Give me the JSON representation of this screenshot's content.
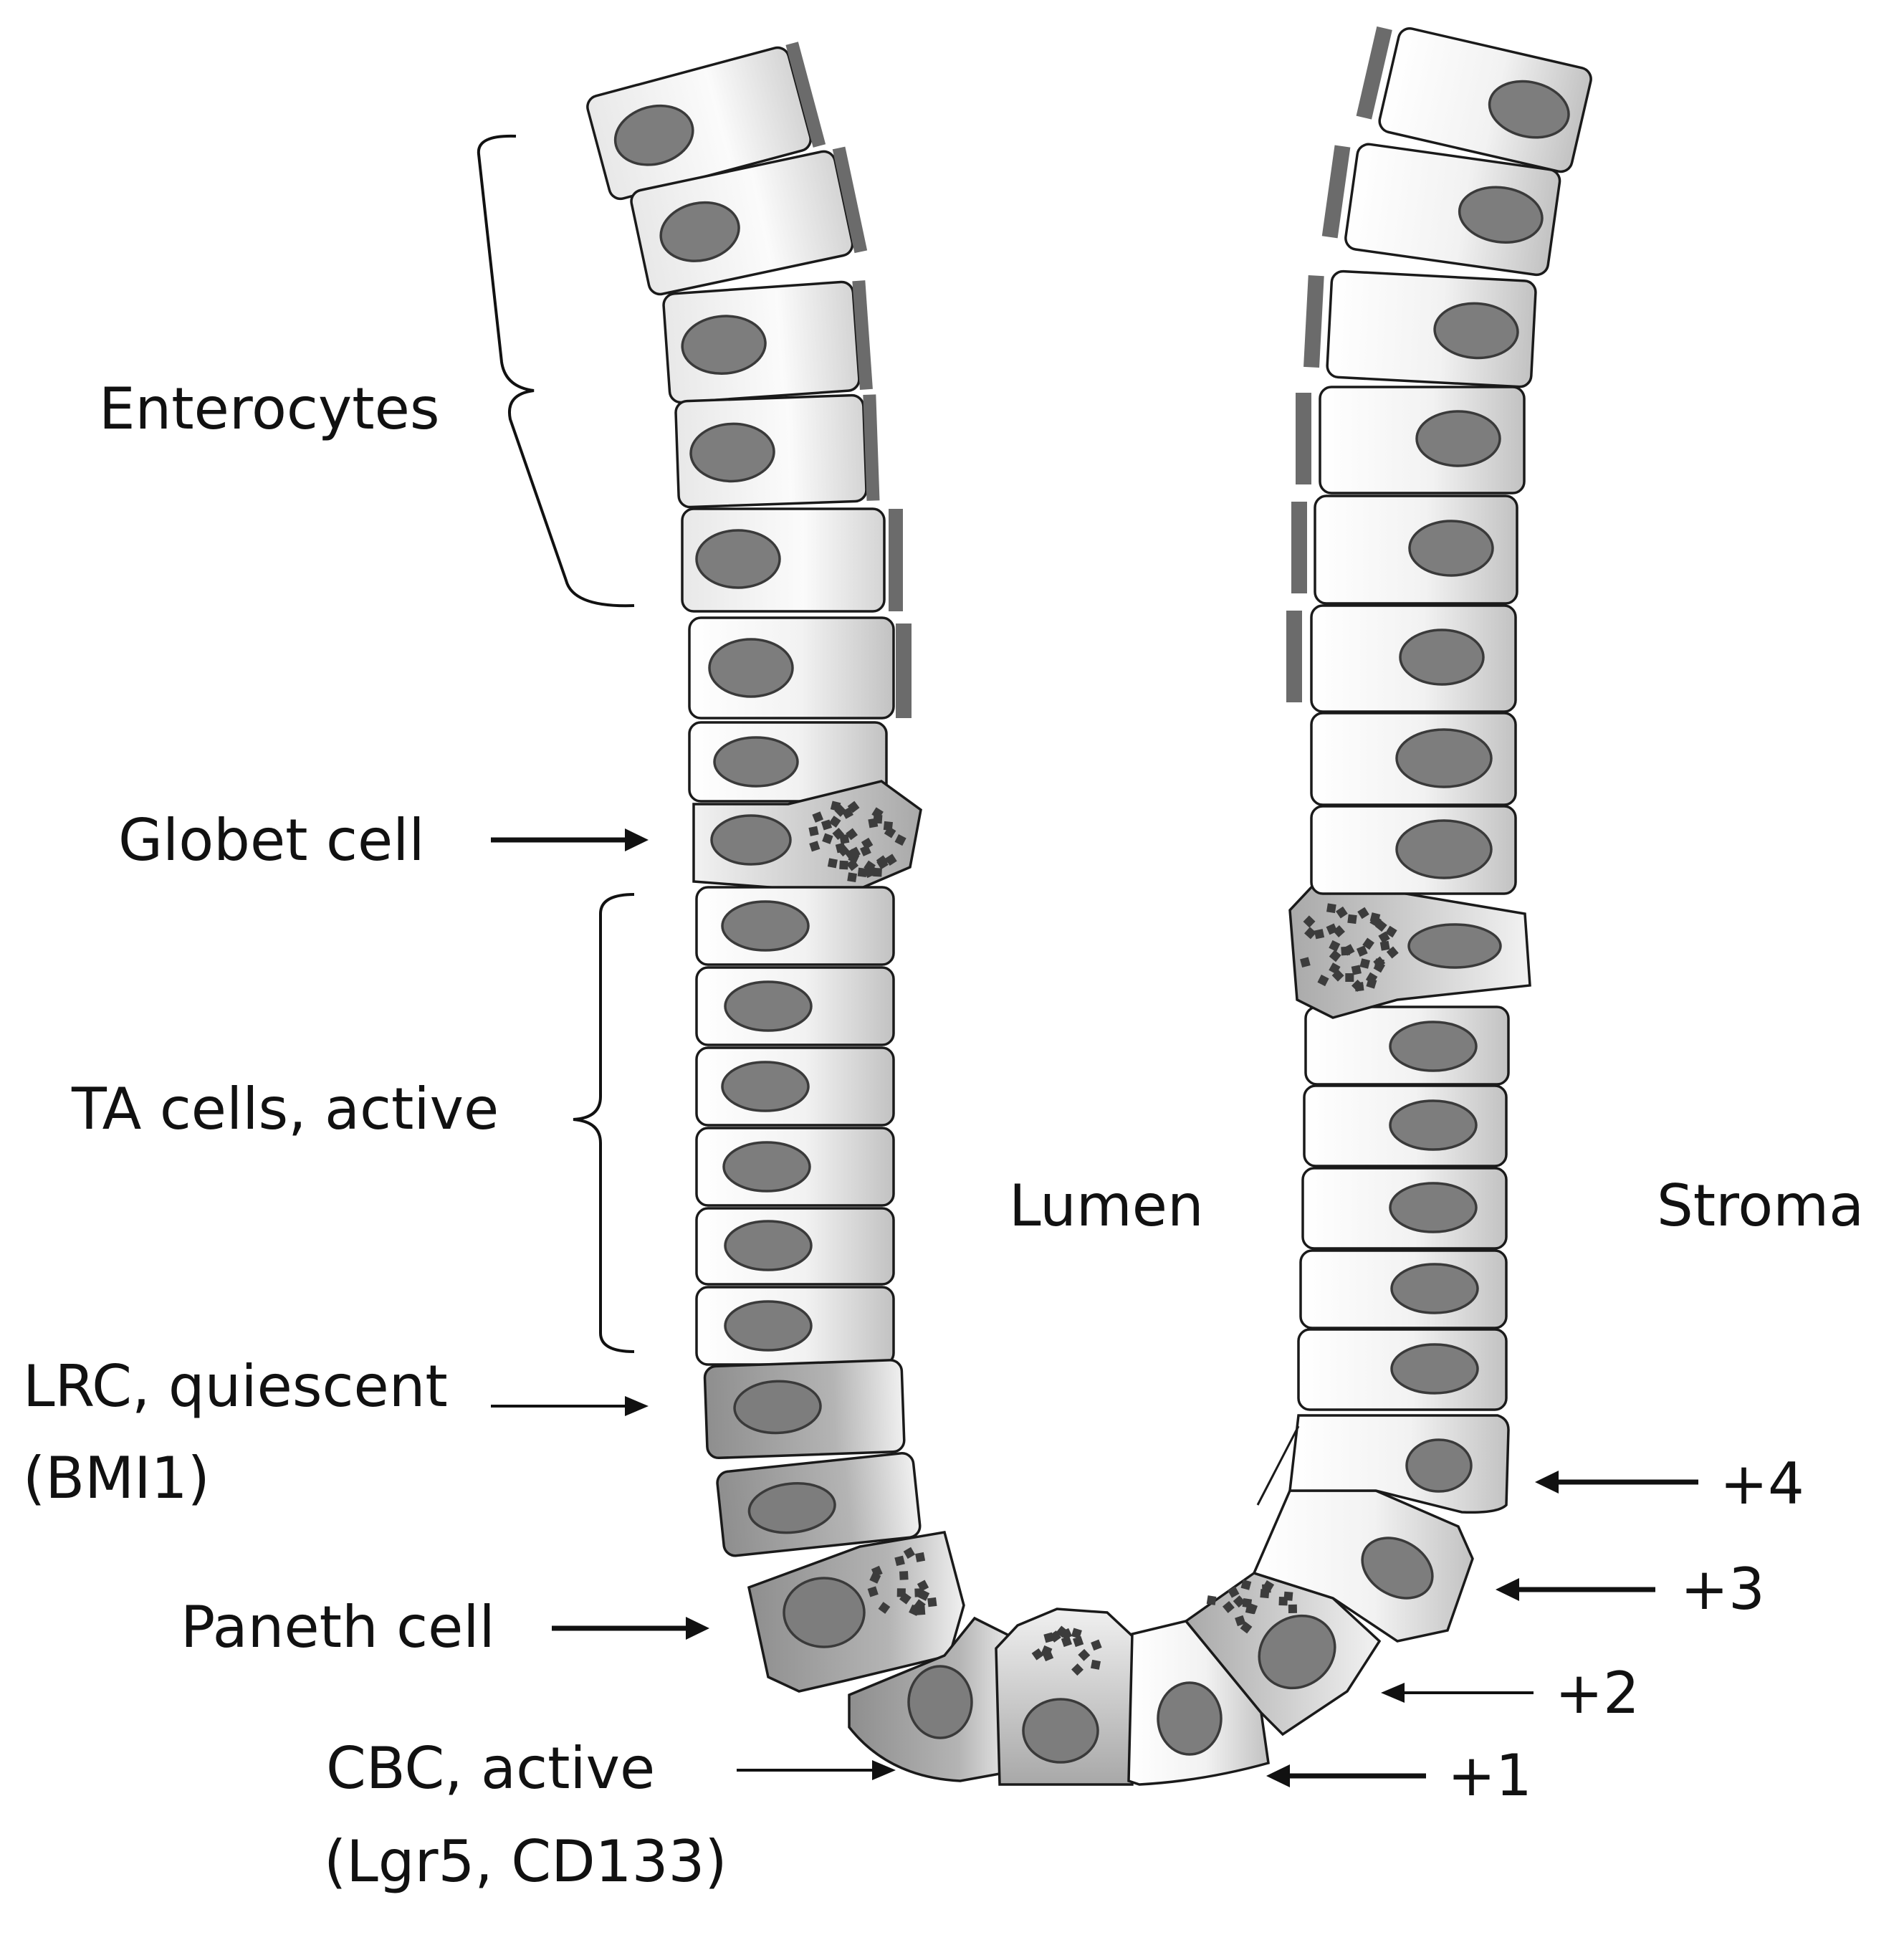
{
  "labels": {
    "enterocytes": "Enterocytes",
    "globet_cell": "Globet cell",
    "ta_cells": "TA cells, active",
    "lrc_line1": "LRC, quiescent",
    "lrc_line2": "(BMI1)",
    "paneth_cell": "Paneth cell",
    "cbc_line1": "CBC, active",
    "cbc_line2": "(Lgr5, CD133)",
    "lumen": "Lumen",
    "stroma": "Stroma",
    "pos_plus4": "+4",
    "pos_plus3": "+3",
    "pos_plus2": "+2",
    "pos_plus1": "+1"
  },
  "colors": {
    "cell_light": "#f4f4f4",
    "cell_dark": "#9a9a9a",
    "nucleus": "#7d7d7d",
    "brush_border": "#6b6b6b",
    "granule": "#3c3c3c"
  }
}
